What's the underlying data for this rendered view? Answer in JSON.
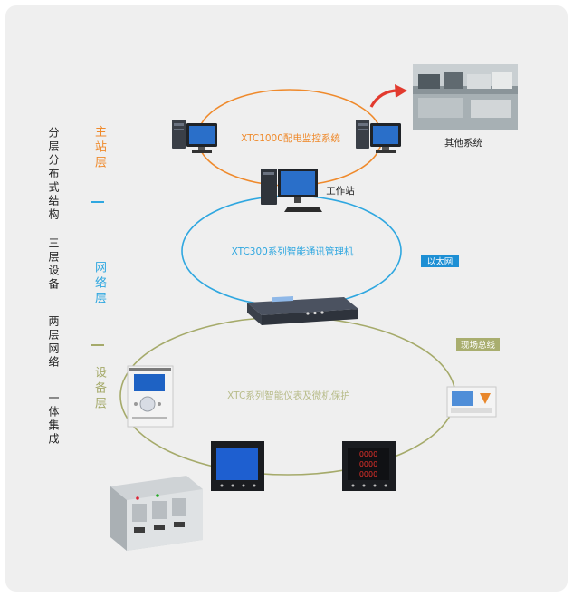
{
  "left_caption": [
    "分层分布式结构",
    "三层设备",
    "两层网络",
    "一体集成"
  ],
  "layers": {
    "station": {
      "label": "主站层",
      "color": "#ef8a2c"
    },
    "network": {
      "label": "网络层",
      "color": "#2fa7e0"
    },
    "device": {
      "label": "设备层",
      "color": "#a5aa6a"
    }
  },
  "rings": {
    "station": "XTC1000配电监控系统",
    "network": "XTC300系列智能通讯管理机",
    "device": "XTC系列智能仪表及微机保护"
  },
  "labels": {
    "workstation": "工作站",
    "other_systems": "其他系统",
    "ethernet": "以太网",
    "fieldbus": "现场总线"
  },
  "device_screens": {
    "meter_b_rows": [
      "0000",
      "0000",
      "0000"
    ]
  },
  "colors": {
    "orange": "#ef8a2c",
    "blue": "#2fa7e0",
    "olive": "#a5aa6a",
    "ethernet_tag": "#1d8fd4",
    "fieldbus_tag": "#a9ae6f"
  }
}
